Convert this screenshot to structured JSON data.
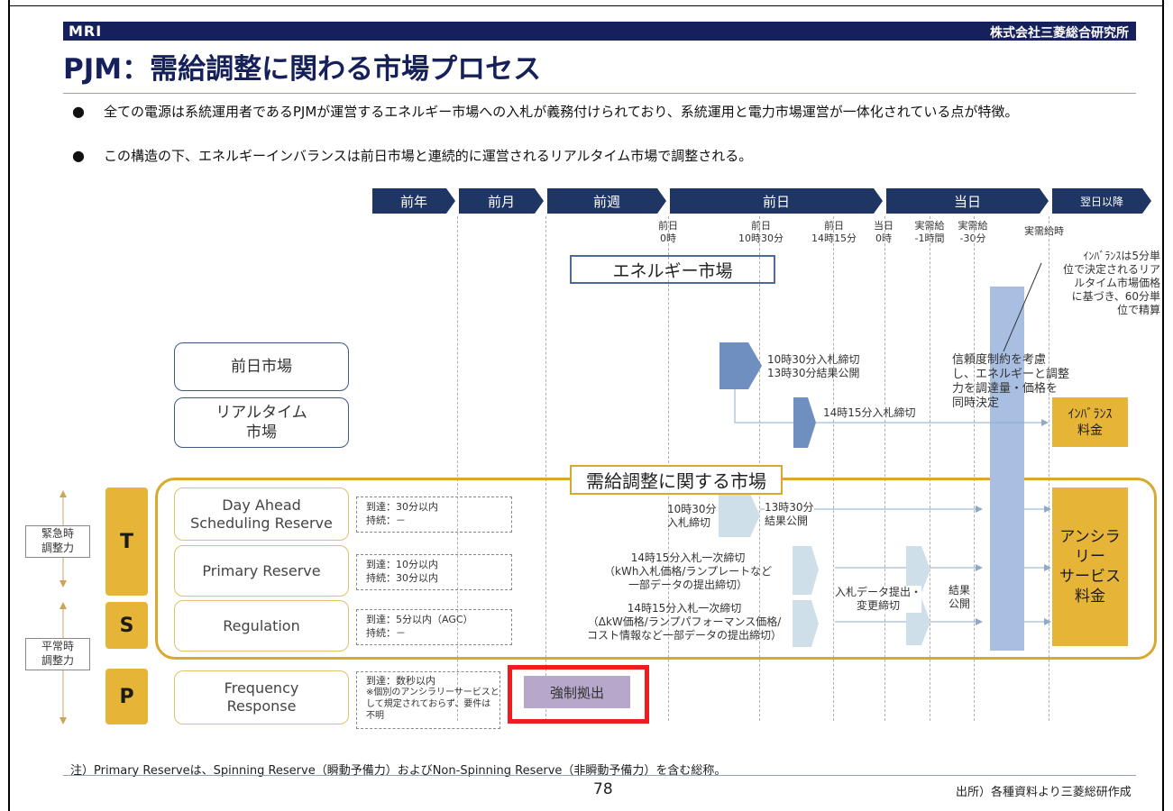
{
  "header": {
    "logo": "MRI",
    "company": "株式会社三菱総合研究所",
    "title": "PJM：需給調整に関わる市場プロセス"
  },
  "bullets": [
    "全ての電源は系統運用者であるPJMが運営するエネルギー市場への入札が義務付けられており、系統運用と電力市場運営が一体化されている点が特徴。",
    "この構造の下、エネルギーインバランスは前日市場と連続的に運営されるリアルタイム市場で調整される。"
  ],
  "timeline": {
    "segments": [
      "前年",
      "前月",
      "前週",
      "前日",
      "当日",
      "翌日以降"
    ],
    "times": [
      {
        "line1": "前日",
        "line2": "0時"
      },
      {
        "line1": "前日",
        "line2": "10時30分"
      },
      {
        "line1": "前日",
        "line2": "14時15分"
      },
      {
        "line1": "当日",
        "line2": "0時"
      },
      {
        "line1": "実需給",
        "line2": "-1時間"
      },
      {
        "line1": "実需給",
        "line2": "-30分"
      },
      {
        "line1": "実需給時",
        "line2": ""
      }
    ]
  },
  "energy_market": {
    "title": "エネルギー市場",
    "day_ahead": "前日市場",
    "realtime_line1": "リアルタイム",
    "realtime_line2": "市場",
    "da_note_1": "10時30分入札締切",
    "da_note_2": "13時30分結果公開",
    "rt_note": "14時15分入札締切",
    "constraint_note": [
      "信頼度制約を考慮",
      "し、エネルギーと調整",
      "力を調達量・価格を",
      "同時決定"
    ],
    "imbalance_note": [
      "ｲﾝﾊﾞﾗﾝｽは5分単",
      "位で決定されるリア",
      "ルタイム市場価格",
      "に基づき、60分単",
      "位で精算"
    ],
    "imbalance_fee_1": "ｲﾝﾊﾞﾗﾝｽ",
    "imbalance_fee_2": "料金"
  },
  "supply_market": {
    "title": "需給調整に関する市場",
    "emergency_label": [
      "緊急時",
      "調整力"
    ],
    "normal_label": [
      "平常時",
      "調整力"
    ],
    "letters": [
      "T",
      "S",
      "P"
    ],
    "products": [
      {
        "name1": "Day Ahead",
        "name2": "Scheduling Reserve",
        "spec1": "到達：30分以内",
        "spec2": "持続：－"
      },
      {
        "name1": "Primary Reserve",
        "name2": "",
        "spec1": "到達：10分以内",
        "spec2": "持続：30分以内"
      },
      {
        "name1": "Regulation",
        "name2": "",
        "spec1": "到達：5分以内（AGC）",
        "spec2": "持続：－"
      },
      {
        "name1": "Frequency",
        "name2": "Response",
        "spec1": "到達：数秒以内",
        "spec2": "※個別のアンシラリーサービスと",
        "spec3": "して規定されておらず、要件は",
        "spec4": "不明"
      }
    ],
    "dasr_note_1": [
      "10時30分",
      "入札締切"
    ],
    "dasr_note_2": [
      "13時30分",
      "結果公開"
    ],
    "pr_note": [
      "14時15分入札一次締切",
      "（kWh入札価格/ランプレートなど",
      "一部データの提出締切）"
    ],
    "reg_note": [
      "14時15分入札一次締切",
      "（ΔkW価格/ランプパフォーマンス価格/",
      "コスト情報など一部データの提出締切）"
    ],
    "bid_change": [
      "入札データ提出・",
      "変更締切"
    ],
    "result": [
      "結果",
      "公開"
    ],
    "ancillary": [
      "アンシラ",
      "リー",
      "サービス",
      "料金"
    ],
    "forced": "強制拠出"
  },
  "footer": {
    "note": "注）Primary Reserveは、Spinning Reserve（瞬動予備力）およびNon-Spinning Reserve（非瞬動予備力）を含む総称。",
    "page": "78",
    "source": "出所）各種資料より三菱総研作成"
  },
  "colors": {
    "navy": "#16205a",
    "timeline": "#1f3564",
    "gold": "#e6b436",
    "pillar": "#a8bfe2",
    "highlight": "#ee1c1c"
  }
}
